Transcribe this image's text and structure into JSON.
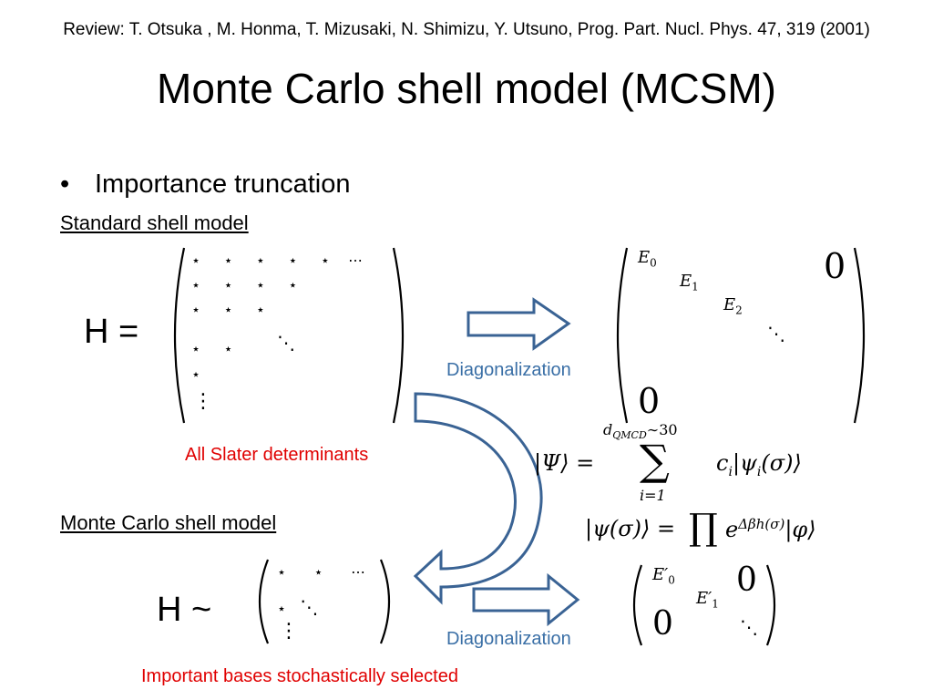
{
  "header": {
    "reference": "Review: T. Otsuka , M. Honma, T. Mizusaki, N. Shimizu, Y. Utsuno, Prog. Part. Nucl. Phys. 47, 319 (2001)",
    "title": "Monte Carlo shell model (MCSM)"
  },
  "bullet": {
    "text": "Importance truncation"
  },
  "standard": {
    "heading": "Standard shell model",
    "hamiltonian_label": "H =",
    "basis_note": "All Slater determinants",
    "diagonalization_label": "Diagonalization",
    "matrix_symbols": {
      "star": "⋆",
      "hdots": "⋯",
      "ddots": "⋱",
      "vdots": "⋮"
    },
    "eigen": {
      "e0": "E",
      "e0_sub": "0",
      "e1": "E",
      "e1_sub": "1",
      "e2": "E",
      "e2_sub": "2",
      "zero_top": "0",
      "zero_bottom": "0"
    }
  },
  "mcsm": {
    "heading": "Monte Carlo shell model",
    "hamiltonian_label": "H ~",
    "basis_note": "Important bases stochastically selected",
    "diagonalization_label": "Diagonalization",
    "eigen": {
      "e0": "E′",
      "e0_sub": "0",
      "e1": "E′",
      "e1_sub": "1",
      "zero_top": "0",
      "zero_bottom": "0"
    }
  },
  "equations": {
    "psi_lhs": "|Ψ⟩ =",
    "sum_upper": "d",
    "sum_upper_sub": "QMCD",
    "sum_upper_tail": "∼30",
    "sum_symbol": "∑",
    "sum_lower": "i=1",
    "psi_rhs": "c",
    "psi_rhs_sub": "i",
    "psi_rhs_tail": "|ψ",
    "psi_rhs_sub2": "i",
    "psi_rhs_end": "(σ)⟩",
    "proj_lhs": "|ψ(σ)⟩ =",
    "proj_prod": "∏",
    "proj_exp_base": "e",
    "proj_exp": "Δβh(σ)",
    "proj_end": "|φ⟩"
  },
  "colors": {
    "accent_red": "#e00000",
    "accent_blue": "#3a6fa6",
    "arrow_stroke": "#3a6394"
  }
}
